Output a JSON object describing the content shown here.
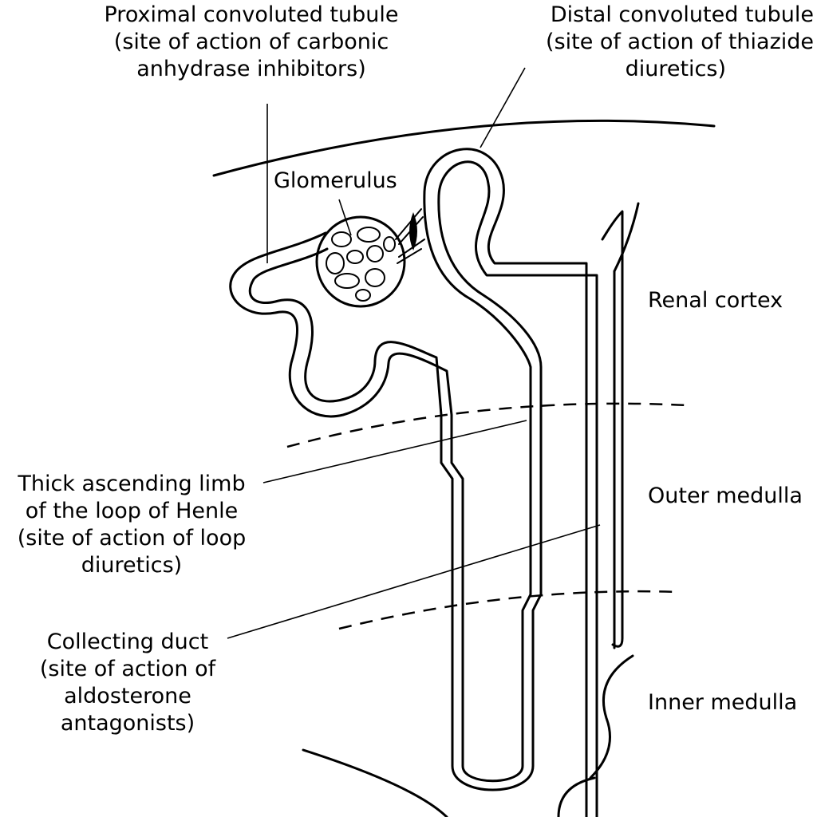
{
  "labels": {
    "proximal": {
      "lines": [
        "Proximal convoluted tubule",
        "(site of action of carbonic",
        "anhydrase inhibitors)"
      ]
    },
    "distal": {
      "lines": [
        "Distal convoluted tubule",
        "(site of action of thiazide",
        "diuretics)"
      ]
    },
    "glomerulus": "Glomerulus",
    "thick_limb": {
      "lines": [
        "Thick ascending limb",
        "of the loop of Henle",
        "(site of action of loop",
        "diuretics)"
      ]
    },
    "collecting_duct": {
      "lines": [
        "Collecting duct",
        "(site of action of",
        "aldosterone",
        "antagonists)"
      ]
    }
  },
  "zones": {
    "cortex": "Renal cortex",
    "outer_medulla": "Outer medulla",
    "inner_medulla": "Inner medulla"
  }
}
